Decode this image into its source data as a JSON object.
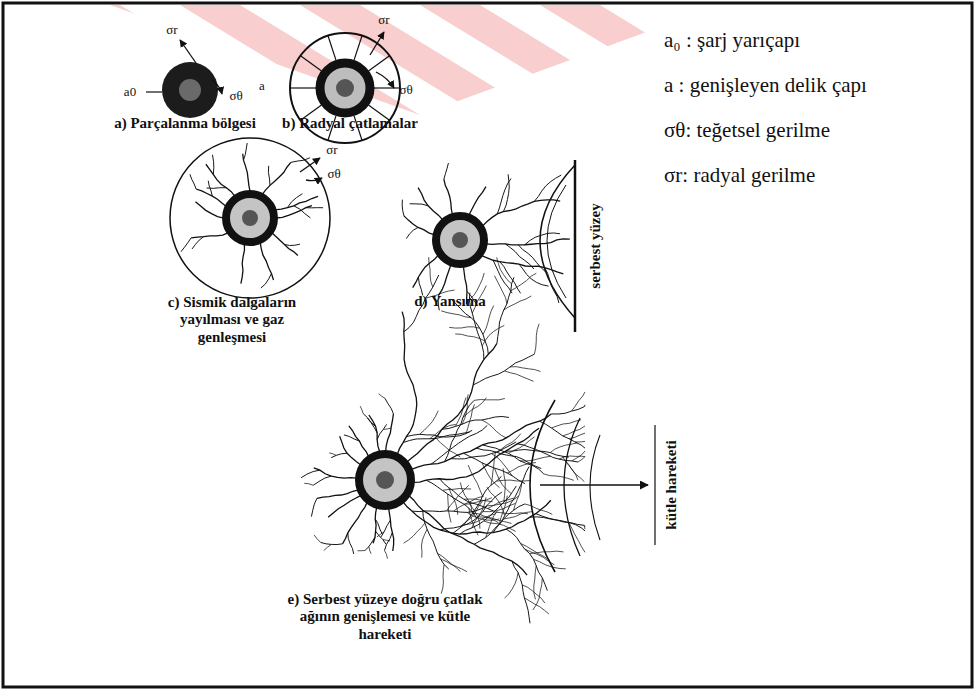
{
  "diagram": {
    "labels": [
      "σr",
      "a0",
      "σθ",
      "σr",
      "a",
      "σθ",
      "σr",
      "σθ",
      "serbest yüzey",
      "kütle hareketi",
      "a) Parçalanma bölgesi",
      "b) Radyal çatlamalar",
      "c) Sismik dalgaların yayılması ve gaz genleşmesi",
      "d) Yansıma",
      "e) Serbest yüzeye doğru çatlak ağının genişlemesi ve kütle hareketi",
      "a₀ : şarj yarıçapı",
      "a : genişleyen delik çapı",
      "σθ: teğetsel gerilme",
      "σr: radyal gerilme"
    ]
  }
}
